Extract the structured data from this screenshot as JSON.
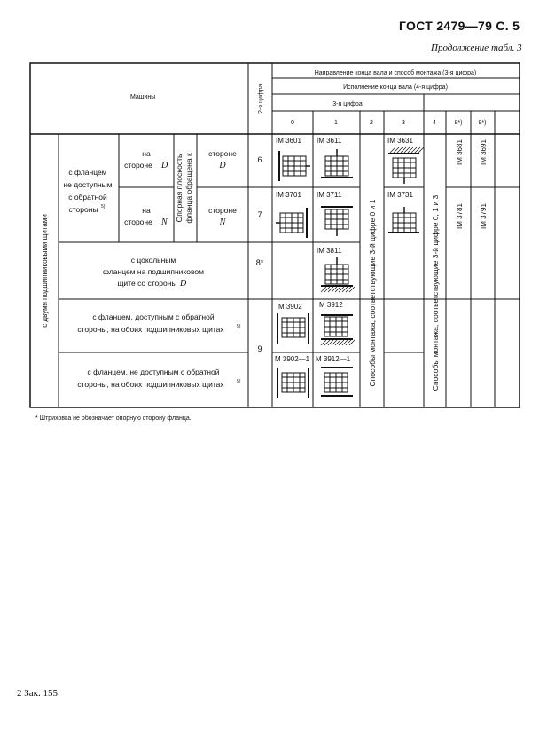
{
  "header": {
    "standard": "ГОСТ 2479—79 С. 5",
    "continuation": "Продолжение табл. 3"
  },
  "table": {
    "col_machines": "Машины",
    "col_second_digit": "2-я цифра",
    "header_direction": "Направление конца вала и способ монтажа (3-я цифра)",
    "header_shaft_end": "Исполнение конца вала (4-я цифра)",
    "header_third_digit": "3-я цифра",
    "sub_columns": [
      "0",
      "1",
      "2",
      "3",
      "4",
      "8*)",
      "9*)"
    ],
    "row_group_label": "с двумя подшипниковыми щитами",
    "flange_label": "с фланцем не доступным с обратной стороны",
    "flange_label_lines": [
      "с фланцем",
      "не доступным",
      "с обратной",
      "стороны"
    ],
    "flange_footnote_mark": "5)",
    "side_d_label": [
      "на",
      "стороне"
    ],
    "side_d_letter": "D",
    "side_n_label": [
      "на",
      "стороне"
    ],
    "side_n_letter": "N",
    "support_plane_label": [
      "Опорная плоскость",
      "фланца обращена к"
    ],
    "side_d2_label": "стороне",
    "side_d2_letter": "D",
    "side_n2_label": "стороне",
    "side_n2_letter": "N",
    "base_flange_label_lines": [
      "с цокольным",
      "фланцем на подшипниковом",
      "щите со стороны"
    ],
    "base_flange_letter": "D",
    "flange_accessible_lines": [
      "с фланцем, доступным с обратной",
      "стороны, на обоих подшипниковых щитах"
    ],
    "flange_not_accessible_lines": [
      "с фланцем, не доступным с обратной",
      "стороны, на обоих подшипниковых щитах"
    ],
    "sup5": "5)",
    "digits": [
      "6",
      "7",
      "8*",
      "9"
    ],
    "codes": {
      "r6c0": "IM 3601",
      "r6c1": "IM 3611",
      "r6c3": "IM 3631",
      "r6c8": "IM 3681",
      "r6c9": "IM 3691",
      "r7c0": "IM 3701",
      "r7c1": "IM 3711",
      "r7c3": "IM 3731",
      "r7c8": "IM 3781",
      "r7c9": "IM 3791",
      "r8c1": "IM 3811",
      "r9ac0": "M 3902",
      "r9ac1": "M 3912",
      "r9bc0": "M 3902—1",
      "r9bc1": "M 3912—1"
    },
    "mount_col2": "Способы монтажа, соответствующие 3-й цифре 0 и 1",
    "mount_col4": "Способы монтажа, соответствующие 3-й цифре 0, 1 и 3"
  },
  "footnote": "* Штриховка не обозначает опорную сторону фланца.",
  "page_footer": "2 Зак. 155"
}
